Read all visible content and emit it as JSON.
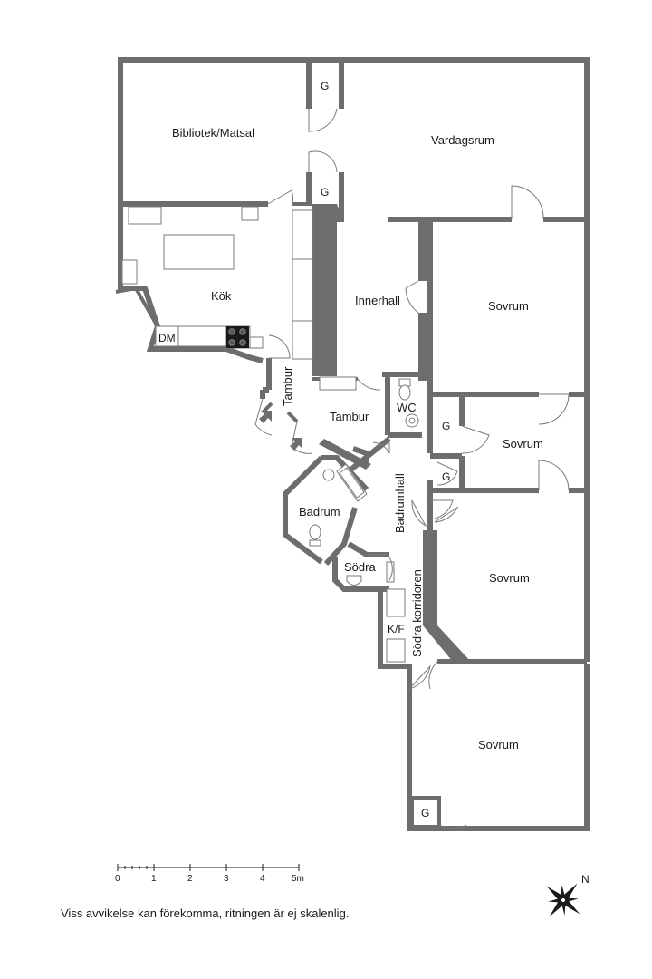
{
  "rooms": {
    "bibliotek": "Bibliotek/Matsal",
    "vardagsrum": "Vardagsrum",
    "kok": "Kök",
    "innerhall": "Innerhall",
    "sovrum1": "Sovrum",
    "sovrum2": "Sovrum",
    "sovrum3": "Sovrum",
    "sovrum4": "Sovrum",
    "tambur_vertical": "Tambur",
    "tambur": "Tambur",
    "wc": "WC",
    "badrumhall": "Badrumhall",
    "badrum": "Badrum",
    "sodra": "Södra",
    "sodra_korridoren": "Södra korridoren",
    "kf": "K/F",
    "dm": "DM"
  },
  "closets": {
    "g1": "G",
    "g2": "G",
    "g3": "G",
    "g4": "G",
    "g5": "G"
  },
  "scale": {
    "labels": [
      "0",
      "1",
      "2",
      "3",
      "4",
      "5m"
    ]
  },
  "compass": {
    "north_label": "N"
  },
  "disclaimer": "Viss avvikelse kan förekomma, ritningen är ej skalenlig."
}
